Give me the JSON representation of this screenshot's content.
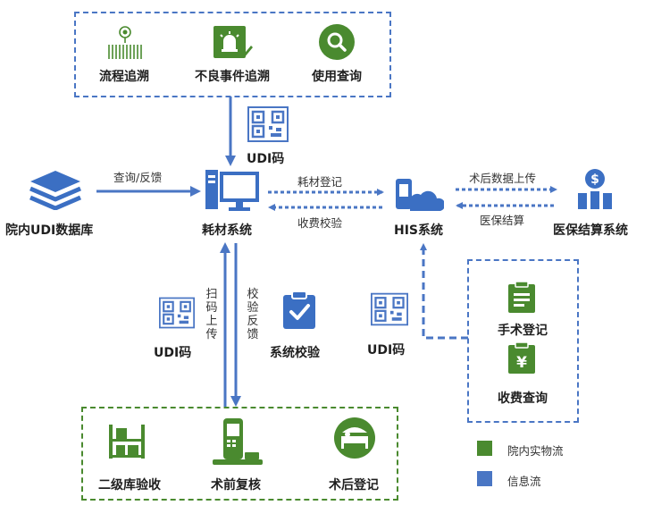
{
  "colors": {
    "physical_flow": "#4a8a2f",
    "info_flow": "#4a76c4",
    "icon_green": "#4a8a2f",
    "icon_blue": "#3b6fc3"
  },
  "top_group": {
    "items": [
      {
        "label": "流程追溯",
        "icon": "trace-icon"
      },
      {
        "label": "不良事件追溯",
        "icon": "alarm-icon"
      },
      {
        "label": "使用查询",
        "icon": "search-icon"
      }
    ]
  },
  "udi_top_label": "UDI码",
  "database_label": "院内UDI数据库",
  "query_feedback_label": "查询/反馈",
  "consumables_system_label": "耗材系统",
  "consumable_register_label": "耗材登记",
  "fee_check_label": "收费校验",
  "his_label": "HIS系统",
  "postop_upload_label": "术后数据上传",
  "insurance_settle_label": "医保结算",
  "insurance_system_label": "医保结算系统",
  "scan_upload_label": "扫码上传",
  "verify_feedback_label": "校验反馈",
  "udi_left_label": "UDI码",
  "system_verify_label": "系统校验",
  "udi_right_label": "UDI码",
  "right_group": {
    "items": [
      {
        "label": "手术登记",
        "icon": "surgery-record-icon"
      },
      {
        "label": "收费查询",
        "icon": "fee-query-icon"
      }
    ]
  },
  "bottom_group": {
    "items": [
      {
        "label": "二级库验收",
        "icon": "warehouse-shelf-icon"
      },
      {
        "label": "术前复核",
        "icon": "scanner-device-icon"
      },
      {
        "label": "术后登记",
        "icon": "bed-icon"
      }
    ]
  },
  "legend": [
    {
      "label": "院内实物流",
      "color": "#4a8a2f"
    },
    {
      "label": "信息流",
      "color": "#4a76c4"
    }
  ]
}
